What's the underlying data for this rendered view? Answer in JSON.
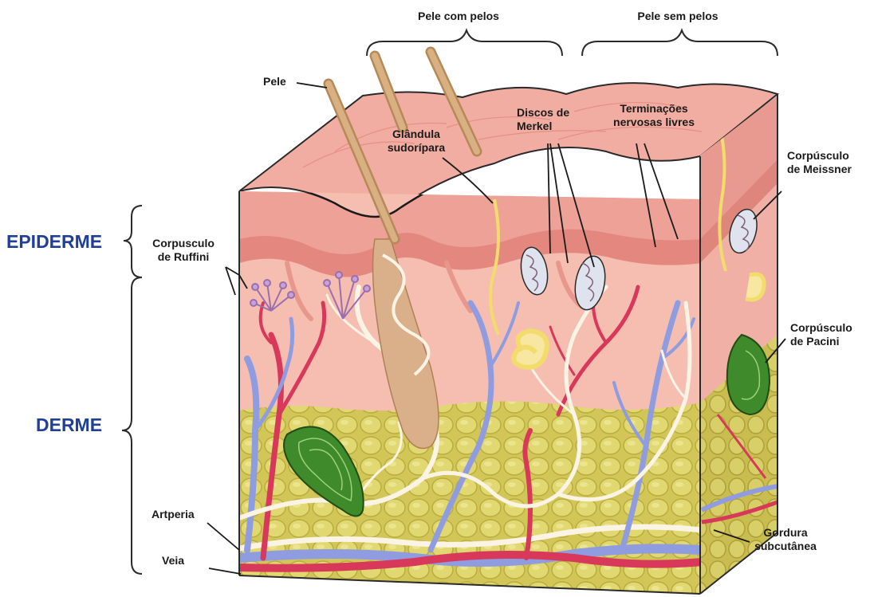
{
  "colors": {
    "epidermis": "#f0a39a",
    "epidermis_dark": "#e0837c",
    "dermis": "#f6bdb1",
    "fat": "#d6cc5c",
    "fat_cell": "#e3da74",
    "artery": "#d8395a",
    "vein": "#8f9ce0",
    "nerve": "#fbf3e4",
    "hair": "#c9a06e",
    "pacini": "#4f9a34",
    "sweat_gland": "#f7e48a",
    "outline": "#2a2a2a",
    "layer_label": "#1f3f99"
  },
  "labels": {
    "pele_com_pelos": "Pele com pelos",
    "pele_sem_pelos": "Pele sem pelos",
    "pele": "Pele",
    "glandula_line1": "Glândula",
    "glandula_line2": "sudorípara",
    "merkel_line1": "Discos de",
    "merkel_line2": "Merkel",
    "terminacoes_line1": "Terminações",
    "terminacoes_line2": "nervosas livres",
    "meissner_line1": "Corpúsculo",
    "meissner_line2": "de Meissner",
    "ruffini_line1": "Corpusculo",
    "ruffini_line2": "de Ruffini",
    "pacini_line1": "Corpúsculo",
    "pacini_line2": "de Pacini",
    "arteria": "Artperia",
    "veia": "Veia",
    "gordura_line1": "Gordura",
    "gordura_line2": "subcutânea",
    "epiderme": "EPIDERME",
    "derme": "DERME"
  }
}
